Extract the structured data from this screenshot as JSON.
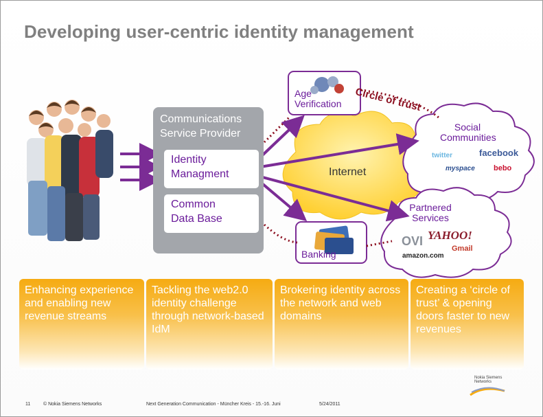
{
  "slide": {
    "title": "Developing user-centric identity management",
    "csp": {
      "title_line1": "Communications",
      "title_line2": "Service Provider",
      "idm_line1": "Identity",
      "idm_line2": "Managment",
      "cdb_line1": "Common",
      "cdb_line2": "Data Base"
    },
    "internet": "Internet",
    "age_verification_line1": "Age",
    "age_verification_line2": "Verification",
    "banking": "Banking",
    "circle_of_trust": "Circle of trust",
    "social": {
      "line1": "Social",
      "line2": "Communities",
      "logos": {
        "twitter": "twitter",
        "facebook": "facebook",
        "myspace": "myspace",
        "bebo": "bebo"
      }
    },
    "partners": {
      "line1": "Partnered",
      "line2": "Services",
      "logos": {
        "ovi": "OVI",
        "yahoo": "YAHOO!",
        "gmail": "Gmail",
        "amazon": "amazon.com"
      }
    },
    "bands": [
      "Enhancing experience and enabling new revenue streams",
      "Tackling the web2.0 identity challenge through network-based IdM",
      "Brokering identity across the network and web domains",
      "Creating a ‘circle of trust’ & opening doors faster to new revenues"
    ],
    "footer": {
      "page": "11",
      "company": "© Nokia Siemens Networks",
      "event": "Next Generation Communication - Müncher Kreis - 15.-16. Juni",
      "date": "5/24/2011"
    },
    "logo_text_line1": "Nokia Siemens",
    "logo_text_line2": "Networks",
    "colors": {
      "accent_purple": "#6a1b9a",
      "arrow_purple": "#7b2c95",
      "band_orange": "#f6ab12",
      "csp_gray": "#a3a6ab",
      "cloud_yellow": "#ffd84a",
      "trust_red": "#8b0d1e"
    }
  }
}
